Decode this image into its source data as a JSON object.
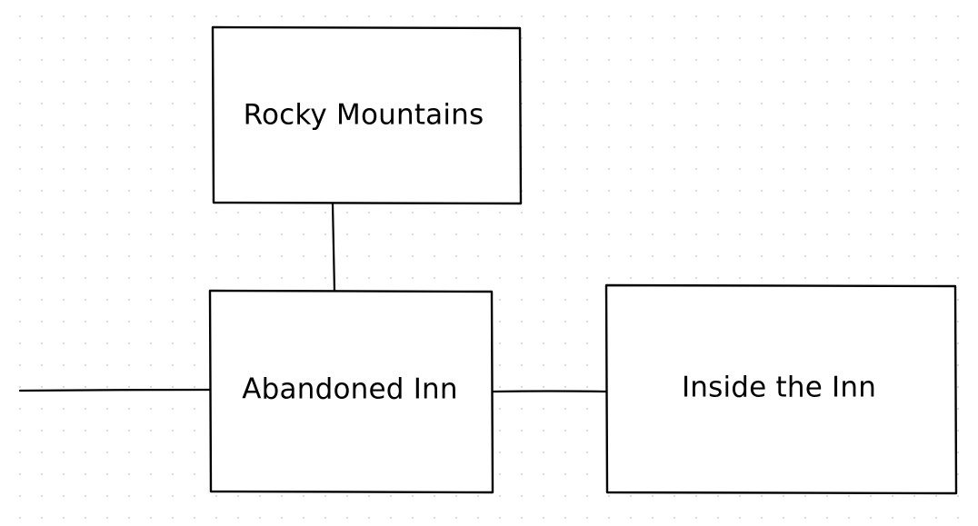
{
  "diagram": {
    "nodes": {
      "rocky_mountains": {
        "label": "Rocky Mountains"
      },
      "abandoned_inn": {
        "label": "Abandoned Inn"
      },
      "inside_the_inn": {
        "label": "Inside the Inn"
      }
    },
    "edges": [
      {
        "from": "rocky_mountains",
        "to": "abandoned_inn"
      },
      {
        "from": "abandoned_inn",
        "to": "inside_the_inn"
      },
      {
        "from": "offscreen-left",
        "to": "abandoned_inn"
      }
    ]
  }
}
